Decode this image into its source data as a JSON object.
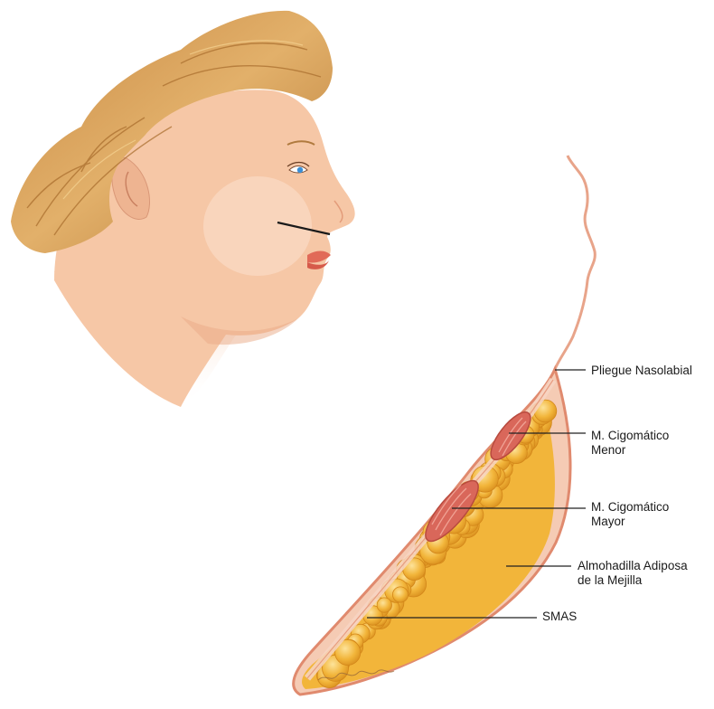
{
  "labels": {
    "pliegue": "Pliegue Nasolabial",
    "menor_1": "M. Cigomático",
    "menor_2": "Menor",
    "mayor_1": "M. Cigomático",
    "mayor_2": "Mayor",
    "almohadilla_1": "Almohadilla Adiposa",
    "almohadilla_2": "de la Mejilla",
    "smas": "SMAS"
  },
  "colors": {
    "skin": "#f6c7a6",
    "skin_shadow": "#eaa986",
    "hair": "#d9a35c",
    "hair_dark": "#b77a36",
    "fat": "#f2b53a",
    "fat_highlight": "#fbd880",
    "muscle": "#d9675a",
    "outline": "#e08a6e",
    "leader_line": "#222222"
  },
  "icons": {
    "head": "head-profile-illustration",
    "section": "cheek-cross-section-illustration"
  }
}
